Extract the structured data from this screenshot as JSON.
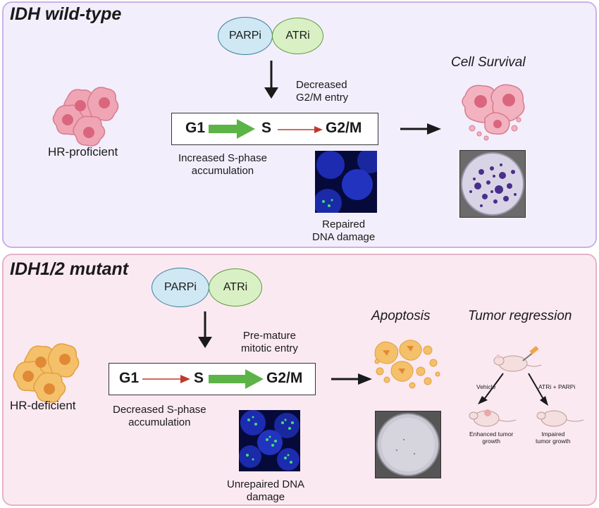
{
  "top": {
    "title": "IDH wild-type",
    "drug1": "PARPi",
    "drug2": "ATRi",
    "cell_label": "HR-proficient",
    "g2m_note": [
      "Decreased",
      "G2/M entry"
    ],
    "phases": [
      "G1",
      "S",
      "G2/M"
    ],
    "s_phase_note": [
      "Increased S-phase",
      "accumulation"
    ],
    "dna_note": [
      "Repaired",
      "DNA damage"
    ],
    "outcome": "Cell Survival"
  },
  "bottom": {
    "title": "IDH1/2 mutant",
    "drug1": "PARPi",
    "drug2": "ATRi",
    "cell_label": "HR-deficient",
    "mitotic_note": [
      "Pre-mature",
      "mitotic entry"
    ],
    "phases": [
      "G1",
      "S",
      "G2/M"
    ],
    "s_phase_note": [
      "Decreased S-phase",
      "accumulation"
    ],
    "dna_note": [
      "Unrepaired DNA",
      "damage"
    ],
    "outcome": "Apoptosis",
    "regression_title": "Tumor regression",
    "branch_left": "Vehicle",
    "branch_right": "ATRi + PARPi",
    "left_result": [
      "Enhanced tumor",
      "growth"
    ],
    "right_result": [
      "Impaired",
      "tumor growth"
    ]
  },
  "colors": {
    "top_panel_bg": "#f3eefc",
    "top_panel_border": "#c9b3e6",
    "bottom_panel_bg": "#fbe9f1",
    "bottom_panel_border": "#e6b3c8",
    "strong_arrow": "#5cb346",
    "weak_arrow": "#c0392b",
    "proficient_cell": "#f0a5b4",
    "deficient_cell": "#f2b95c"
  }
}
